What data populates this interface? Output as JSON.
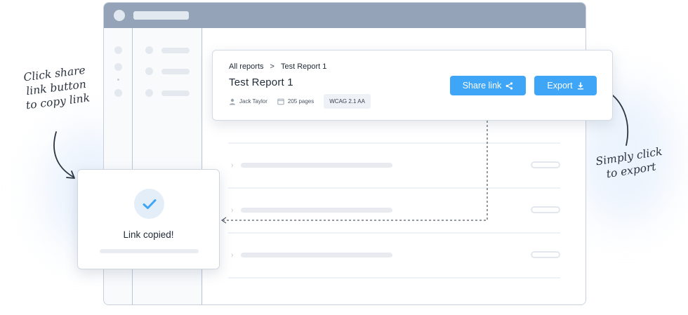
{
  "window": {
    "title_bar": {
      "icon": "circle-icon"
    }
  },
  "report_card": {
    "breadcrumb": {
      "parent": "All reports",
      "separator": ">",
      "current": "Test Report 1"
    },
    "title": "Test Report 1",
    "meta": {
      "author": "Jack Taylor",
      "author_icon": "user-icon",
      "pages": "205 pages",
      "pages_icon": "document-icon",
      "standard_badge": "WCAG 2.1 AA"
    },
    "share_button": {
      "label": "Share link",
      "icon": "share-icon"
    },
    "export_button": {
      "label": "Export",
      "icon": "download-icon"
    }
  },
  "toast": {
    "icon": "check-icon",
    "message": "Link copied!"
  },
  "annotations": {
    "left": "Click share link button to copy link",
    "right": "Simply click to export"
  },
  "colors": {
    "accent": "#3ea5f7",
    "titlebar": "#94a3b8",
    "check": "#3ea5f7"
  }
}
